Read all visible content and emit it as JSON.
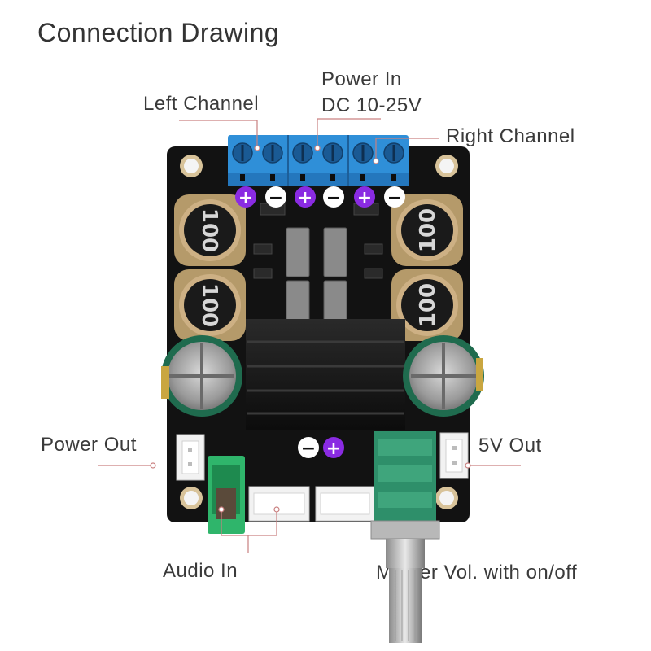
{
  "title": "Connection Drawing",
  "labels": {
    "left_channel": "Left Channel",
    "power_in_line1": "Power In",
    "power_in_line2": "DC 10-25V",
    "right_channel": "Right Channel",
    "power_out": "Power Out",
    "five_v_out": "5V Out",
    "audio_in": "Audio In",
    "master_vol": "Master Vol. with on/off"
  },
  "inductor_marking": "100",
  "polarity": {
    "terminal": [
      "+",
      "−",
      "+",
      "−",
      "+",
      "−"
    ],
    "mid": [
      "−",
      "+"
    ]
  },
  "colors": {
    "pcb": "#121212",
    "terminal_blue": "#2f8fd8",
    "plus_badge": "#8a2be2",
    "minus_badge": "#ffffff",
    "capacitor_green": "#1f6b4e",
    "audio_jack_green": "#2fb56b",
    "pot_green": "#2e8f6a",
    "leader_line": "#c98080"
  }
}
